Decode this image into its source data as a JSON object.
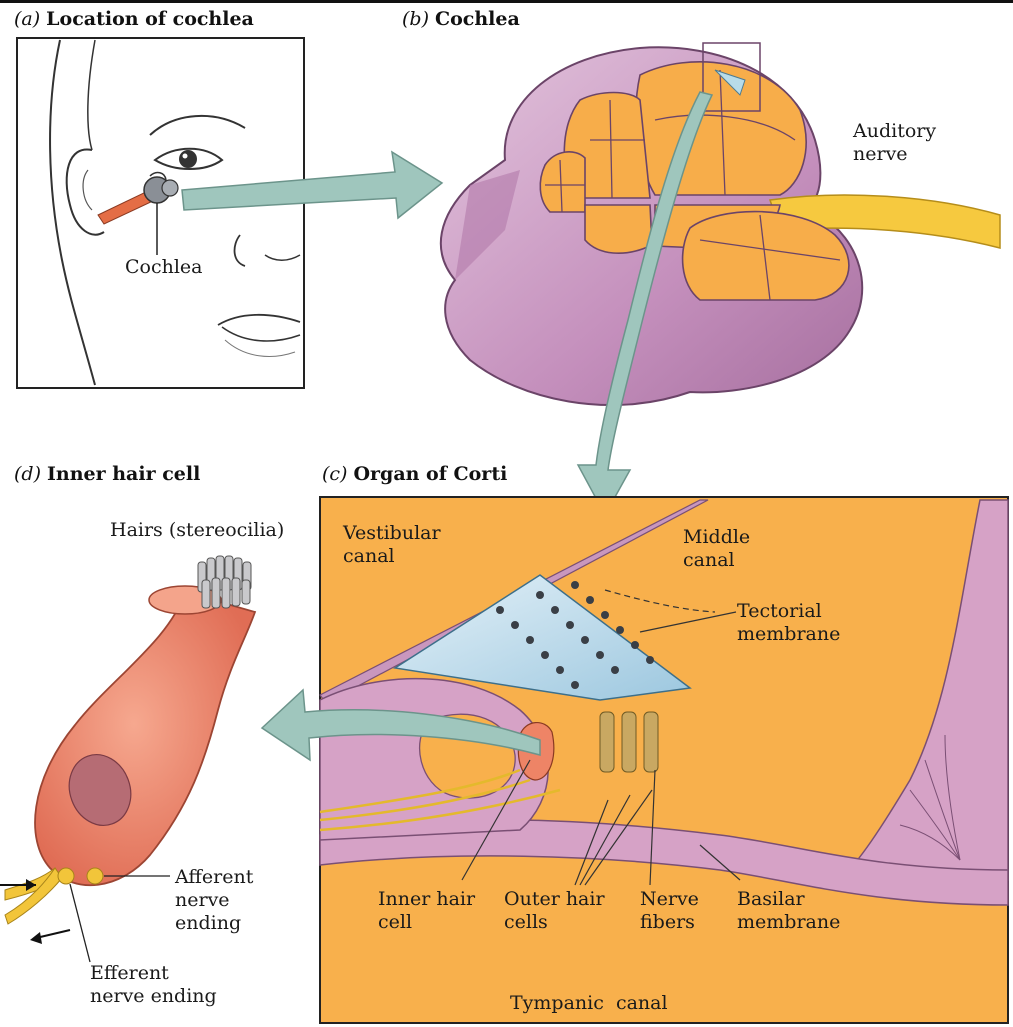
{
  "panels": {
    "a": {
      "letter": "(a)",
      "title": "Location of cochlea",
      "labels": {
        "cochlea": "Cochlea"
      }
    },
    "b": {
      "letter": "(b)",
      "title": "Cochlea",
      "labels": {
        "auditory_nerve_1": "Auditory",
        "auditory_nerve_2": "nerve"
      }
    },
    "c": {
      "letter": "(c)",
      "title": "Organ of Corti",
      "labels": {
        "vestibular_1": "Vestibular",
        "vestibular_2": "canal",
        "middle_1": "Middle",
        "middle_2": "canal",
        "tectorial_1": "Tectorial",
        "tectorial_2": "membrane",
        "inner_hair_1": "Inner hair",
        "inner_hair_2": "cell",
        "outer_hair_1": "Outer hair",
        "outer_hair_2": "cells",
        "nerve_fibers_1": "Nerve",
        "nerve_fibers_2": "fibers",
        "basilar_1": "Basilar",
        "basilar_2": "membrane",
        "tympanic": "Tympanic  canal"
      }
    },
    "d": {
      "letter": "(d)",
      "title": "Inner hair cell",
      "labels": {
        "hairs": "Hairs (stereocilia)",
        "afferent_1": "Afferent",
        "afferent_2": "nerve",
        "afferent_3": "ending",
        "efferent_1": "Efferent",
        "efferent_2": "nerve ending"
      }
    }
  },
  "colors": {
    "cochlea_purple": "#c795bf",
    "cochlea_orange": "#f7ad4a",
    "corti_bg": "#f8b04c",
    "tissue_pink": "#d6a2c6",
    "hair_cell": "#ee8466",
    "arrow_teal": "#9fc6bd",
    "nerve_yellow": "#f2c53a"
  }
}
